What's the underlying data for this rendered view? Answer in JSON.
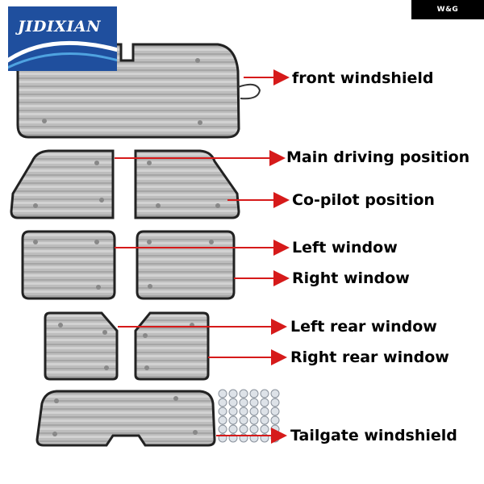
{
  "brand": {
    "logo_text": "JIDIXIAN",
    "corner_text": "W&G"
  },
  "colors": {
    "logo_bg": "#1f4f9e",
    "arrow": "#d61a1a",
    "shade_fill": "#b9b9b9",
    "shade_border": "#222222"
  },
  "labels": {
    "front_windshield": "front windshield",
    "main_driving": "Main driving position",
    "co_pilot": "Co-pilot position",
    "left_window": "Left window",
    "right_window": "Right window",
    "left_rear_window": "Left rear window",
    "right_rear_window": "Right rear window",
    "tailgate_windshield": "Tailgate windshield"
  }
}
